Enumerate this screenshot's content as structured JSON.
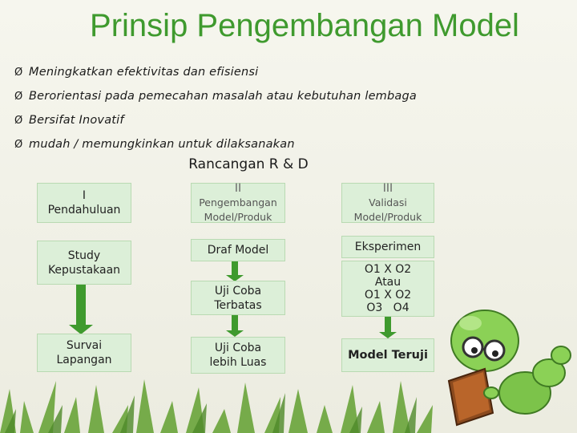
{
  "title": "Prinsip Pengembangan Model",
  "bullets": [
    "Meningkatkan efektivitas dan efisiensi",
    "Berorientasi pada pemecahan masalah atau kebutuhan lembaga",
    "Bersifat Inovatif",
    "mudah / memungkinkan untuk dilaksanakan"
  ],
  "bullet_marker": "Ø",
  "subtitle": "Rancangan R & D",
  "col1": {
    "head_num": "I",
    "head_label": "Pendahuluan",
    "step1": "Study Kepustakaan",
    "step2": "Survai Lapangan"
  },
  "col2": {
    "head_num": "II",
    "head_label": "Pengembangan Model/Produk",
    "step1": "Draf Model",
    "step2": "Uji Coba Terbatas",
    "step3": "Uji Coba lebih Luas"
  },
  "col3": {
    "head_num": "III",
    "head_label": "Validasi Model/Produk",
    "step1": "Eksperimen",
    "step2_l1": "O1 X O2",
    "step2_l2": "Atau",
    "step2_l3": "O1 X O2",
    "step2_l4": "O3   O4",
    "step3": "Model Teruji"
  },
  "colors": {
    "title": "#3f9a2e",
    "box_fill": "#dcefd8",
    "arrow": "#3f9a2e",
    "grass": "#6aa43a"
  }
}
